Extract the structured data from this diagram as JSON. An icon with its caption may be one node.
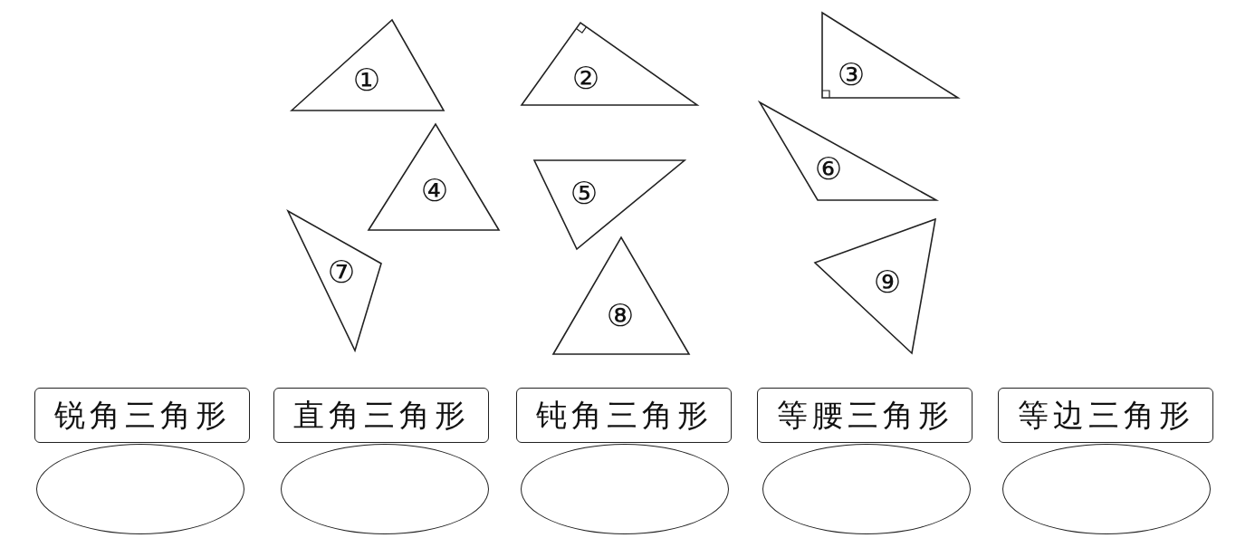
{
  "diagram": {
    "nodes": [
      {
        "text": [
          "①"
        ]
      },
      {
        "text": [
          "②"
        ]
      },
      {
        "text": [
          "③"
        ]
      },
      {
        "text": [
          "④"
        ]
      },
      {
        "text": [
          "⑤"
        ]
      },
      {
        "text": [
          "⑥"
        ]
      },
      {
        "text": [
          "⑦"
        ]
      },
      {
        "text": [
          "⑧"
        ]
      },
      {
        "text": [
          "⑨"
        ]
      },
      {
        "text": [
          "锐角三角形"
        ]
      },
      {
        "text": [
          "直角三角形"
        ]
      },
      {
        "text": [
          "钝角三角形"
        ]
      },
      {
        "text": [
          "等腰三角形"
        ]
      },
      {
        "text": [
          "等边三角形"
        ]
      },
      {
        "text": [],
        "shape": "ellipse"
      },
      {
        "text": [],
        "shape": "ellipse"
      },
      {
        "text": [],
        "shape": "ellipse"
      },
      {
        "text": [],
        "shape": "ellipse"
      },
      {
        "text": [],
        "shape": "ellipse"
      }
    ]
  }
}
